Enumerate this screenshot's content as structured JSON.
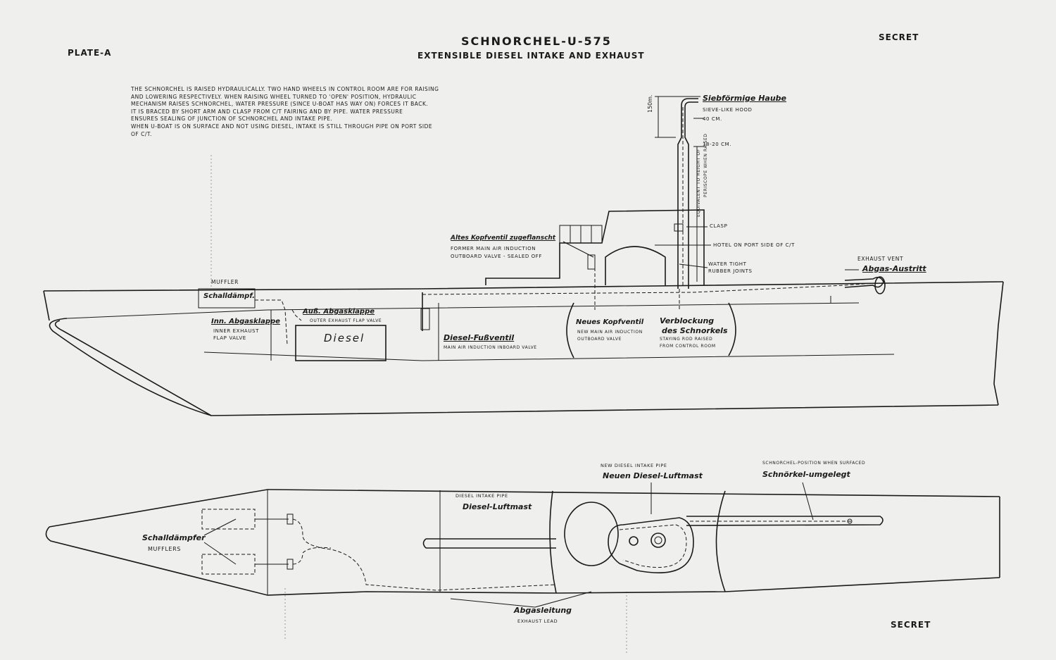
{
  "header": {
    "plate": "PLATE-A",
    "title": "SCHNORCHEL-U-575",
    "subtitle": "EXTENSIBLE DIESEL INTAKE AND EXHAUST",
    "secret_top": "SECRET",
    "secret_bottom": "SECRET"
  },
  "intro_lines": [
    "The Schnorchel is raised hydraulically. Two hand wheels in control room are for raising",
    "and lowering respectively. When raising wheel turned to 'open' position, hydraulic",
    "mechanism raises Schnorchel, water pressure (since U-boat has way on) forces it back.",
    "It is braced by short arm and clasp from C/T fairing and by pipe. Water pressure",
    "ensures sealing of junction of Schnorchel and intake pipe.",
    "When U-boat is on surface and not using Diesel, intake is still through pipe on port side",
    "of C/T."
  ],
  "side_view": {
    "siebformige_haube": "Siebförmige Haube",
    "sieve_like_hood": "Sieve-like hood",
    "dim_150": "150m.",
    "dim_40": "40 cm.",
    "dim_18_20": "18-20 cm.",
    "equiv_line1": "Equivalent to height of",
    "equiv_line2": "periscope when raised",
    "clasp": "Clasp",
    "hotel": "Hotel on port side of C/T",
    "watertight1": "Water tight",
    "watertight2": "rubber joints",
    "altes_de": "Altes Kopfventil zugeflanscht",
    "altes_en1": "Former main air induction",
    "altes_en2": "outboard valve - sealed off",
    "muffler": "Muffler",
    "schalldampf": "Schalldämpf.",
    "inn_de": "Inn. Abgasklappe",
    "inn_en1": "Inner exhaust",
    "inn_en2": "flap valve",
    "aus_de": "Auß. Abgasklappe",
    "aus_en": "Outer exhaust flap valve",
    "diesel": "Diesel",
    "fuss_de": "Diesel-Fußventil",
    "fuss_en": "Main air induction inboard valve",
    "neues_de": "Neues Kopfventil",
    "neues_en1": "New main air induction",
    "neues_en2": "outboard valve",
    "verb_de1": "Verblockung",
    "verb_de2": "des Schnorkels",
    "verb_en1": "Staying rod raised",
    "verb_en2": "from control room",
    "exhaust_vent": "Exhaust vent",
    "abgas_austritt": "Abgas-Austritt"
  },
  "plan_view": {
    "schalldampfer": "Schalldämpfer",
    "mufflers": "Mufflers",
    "intake_en": "Diesel intake pipe",
    "intake_de": "Diesel-Luftmast",
    "new_intake_en": "New diesel intake pipe",
    "new_intake_de": "Neuen Diesel-Luftmast",
    "surfaced_en": "Schnorchel-position when surfaced",
    "surfaced_de": "Schnörkel-umgelegt",
    "abgas_de": "Abgasleitung",
    "abgas_en": "Exhaust lead"
  }
}
